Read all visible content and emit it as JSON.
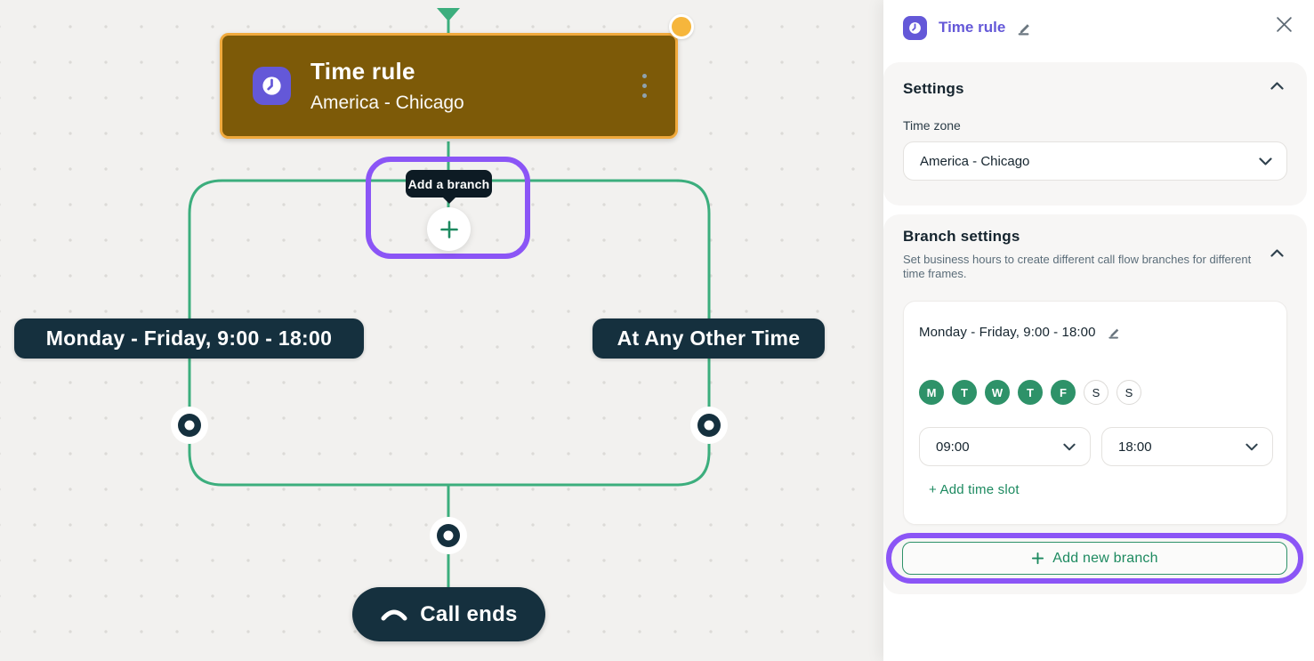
{
  "colors": {
    "canvas_bg": "#f2f1ef",
    "dot": "#dcdad7",
    "edge_green": "#3cae7d",
    "navy": "#15303e",
    "node_olive": "#7d5a08",
    "node_border_amber": "#f0a93c",
    "handle_orange": "#f6b63c",
    "purple": "#6458d8",
    "purple_highlight": "#8b55f6",
    "day_green": "#2e9269",
    "link_green": "#1d8a60",
    "text_dark": "#15242e",
    "text_gray": "#5b6d79",
    "card_bg": "#f7f6f5",
    "border_light": "#e4e2df"
  },
  "canvas": {
    "time_rule_node": {
      "title": "Time rule",
      "subtitle": "America - Chicago",
      "icon": "clock-icon",
      "menu_icon": "kebab-menu-icon"
    },
    "add_branch_tooltip": "Add a branch",
    "branches": {
      "left": "Monday - Friday, 9:00 - 18:00",
      "right": "At Any Other Time"
    },
    "call_ends_label": "Call ends",
    "call_ends_icon": "hang-up-phone-icon"
  },
  "sidebar": {
    "header": {
      "title": "Time rule",
      "icon": "clock-icon",
      "edit_icon": "pencil-icon",
      "close_icon": "close-icon"
    },
    "settings": {
      "heading": "Settings",
      "collapse_icon": "chevron-up-icon",
      "timezone_label": "Time zone",
      "timezone_value": "America - Chicago"
    },
    "branch_settings": {
      "heading": "Branch settings",
      "collapse_icon": "chevron-up-icon",
      "description": "Set business hours to create different call flow branches for different time frames.",
      "branch_card": {
        "title": "Monday - Friday, 9:00 - 18:00",
        "edit_icon": "pencil-icon",
        "days": [
          {
            "label": "M",
            "active": true
          },
          {
            "label": "T",
            "active": true
          },
          {
            "label": "W",
            "active": true
          },
          {
            "label": "T",
            "active": true
          },
          {
            "label": "F",
            "active": true
          },
          {
            "label": "S",
            "active": false
          },
          {
            "label": "S",
            "active": false
          }
        ],
        "start_time": "09:00",
        "end_time": "18:00",
        "add_time_slot_label": "+ Add time slot"
      },
      "add_new_branch_label": "Add new branch"
    }
  }
}
